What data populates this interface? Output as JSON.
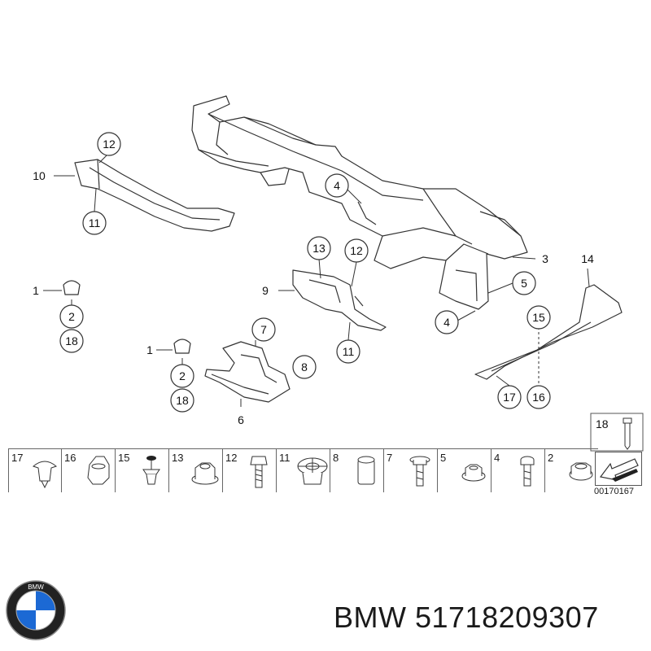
{
  "diagram": {
    "callouts": [
      {
        "id": "c-12a",
        "label": "12"
      },
      {
        "id": "c-10",
        "label": "10"
      },
      {
        "id": "c-11a",
        "label": "11"
      },
      {
        "id": "c-4a",
        "label": "4"
      },
      {
        "id": "c-3",
        "label": "3"
      },
      {
        "id": "c-13",
        "label": "13"
      },
      {
        "id": "c-12b",
        "label": "12"
      },
      {
        "id": "c-9",
        "label": "9"
      },
      {
        "id": "c-5",
        "label": "5"
      },
      {
        "id": "c-14",
        "label": "14"
      },
      {
        "id": "c-1a",
        "label": "1"
      },
      {
        "id": "c-2a",
        "label": "2"
      },
      {
        "id": "c-18a",
        "label": "18"
      },
      {
        "id": "c-4b",
        "label": "4"
      },
      {
        "id": "c-15",
        "label": "15"
      },
      {
        "id": "c-7",
        "label": "7"
      },
      {
        "id": "c-11b",
        "label": "11"
      },
      {
        "id": "c-8",
        "label": "8"
      },
      {
        "id": "c-1b",
        "label": "1"
      },
      {
        "id": "c-2b",
        "label": "2"
      },
      {
        "id": "c-18b",
        "label": "18"
      },
      {
        "id": "c-6",
        "label": "6"
      },
      {
        "id": "c-17",
        "label": "17"
      },
      {
        "id": "c-16",
        "label": "16"
      }
    ],
    "parts_strip": [
      {
        "label": "17",
        "icon": "expanding-rivet-icon"
      },
      {
        "label": "16",
        "icon": "hex-nut-cap-icon"
      },
      {
        "label": "15",
        "icon": "push-clip-icon"
      },
      {
        "label": "13",
        "icon": "flange-nut-icon"
      },
      {
        "label": "12",
        "icon": "hex-bolt-icon"
      },
      {
        "label": "11",
        "icon": "grommet-icon"
      },
      {
        "label": "8",
        "icon": "spacer-sleeve-icon"
      },
      {
        "label": "7",
        "icon": "flange-bolt-icon"
      },
      {
        "label": "5",
        "icon": "hex-nut-icon"
      },
      {
        "label": "4",
        "icon": "bolt-icon"
      },
      {
        "label": "2",
        "icon": "collar-nut-icon"
      }
    ],
    "corner_part": {
      "label": "18",
      "icon": "screw-icon"
    },
    "arrow_icon": "direction-arrow-icon",
    "reference_code": "00170167"
  },
  "footer": {
    "logo_icon": "bmw-roundel-icon",
    "logo_text": "BMW",
    "part_label": "BMW 51718209307"
  },
  "colors": {
    "line": "#333333",
    "background": "#ffffff",
    "logo_blue": "#1c69d4"
  }
}
